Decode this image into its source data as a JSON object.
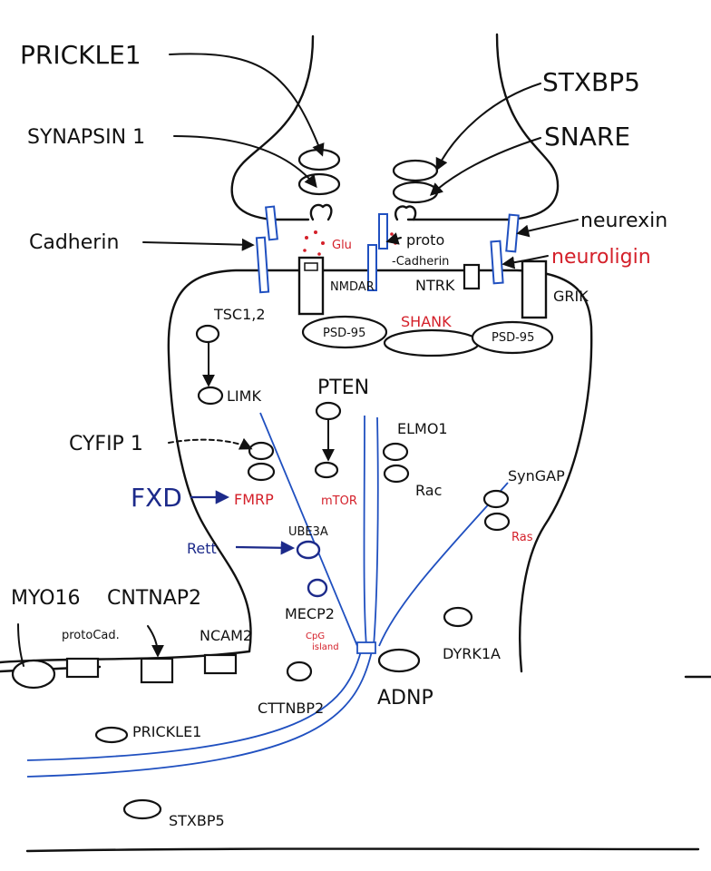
{
  "labels": {
    "prickle1_top": "PRICKLE1",
    "synapsin1": "SYNAPSIN 1",
    "cadherin": "Cadherin",
    "stxbp5_top": "STXBP5",
    "snare": "SNARE",
    "neurexin": "neurexin",
    "neuroligin": "neuroligin",
    "glu": "Glu",
    "proto_cadherin_1": "proto",
    "proto_cadherin_2": "-Cadherin",
    "nmdar": "NMDAR",
    "ntrk": "NTRK",
    "grik": "GRIK",
    "tsc": "TSC1,2",
    "psd95_left": "PSD-95",
    "shank": "SHANK",
    "psd95_right": "PSD-95",
    "limk": "LIMK",
    "pten": "PTEN",
    "elmo1": "ELMO1",
    "cyfip1": "CYFIP 1",
    "fxd": "FXD",
    "fmrp": "FMRP",
    "mtor": "mTOR",
    "rac": "Rac",
    "syngap": "SynGAP",
    "ras": "Ras",
    "rett": "Rett",
    "ube3a": "UBE3A",
    "myo16": "MYO16",
    "cntnap2": "CNTNAP2",
    "protocad": "protoCad.",
    "ncam2": "NCAM2",
    "mecp2": "MECP2",
    "cpg_island_1": "CpG",
    "cpg_island_2": "island",
    "dyrk1a": "DYRK1A",
    "adnp": "ADNP",
    "cttnbp2": "CTTNBP2",
    "prickle1_bottom": "PRICKLE1",
    "stxbp5_bottom": "STXBP5"
  },
  "colors": {
    "ink": "#111111",
    "red": "#d4202a",
    "navy": "#1c2a8a",
    "blue": "#2050c0"
  }
}
